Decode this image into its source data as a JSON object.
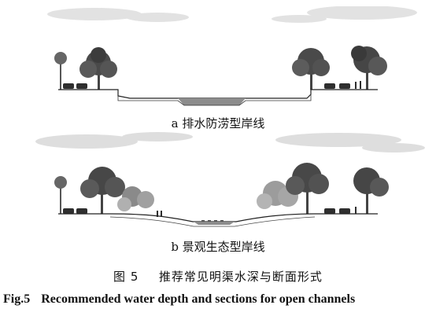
{
  "panel_a": {
    "label": "a 排水防涝型岸线"
  },
  "panel_b": {
    "label": "b 景观生态型岸线"
  },
  "caption": {
    "cn_number": "图 5",
    "cn_title": "推荐常见明渠水深与断面形式",
    "en_number": "Fig.5",
    "en_title": "Recommended water depth and sections for open channels"
  },
  "colors": {
    "ink": "#111111",
    "tree_dark": "#3f3f3f",
    "tree_mid": "#6e6e6e",
    "tree_light": "#a8a8a8",
    "sky": "#d9d9d9",
    "water": "#8c8c8c"
  }
}
